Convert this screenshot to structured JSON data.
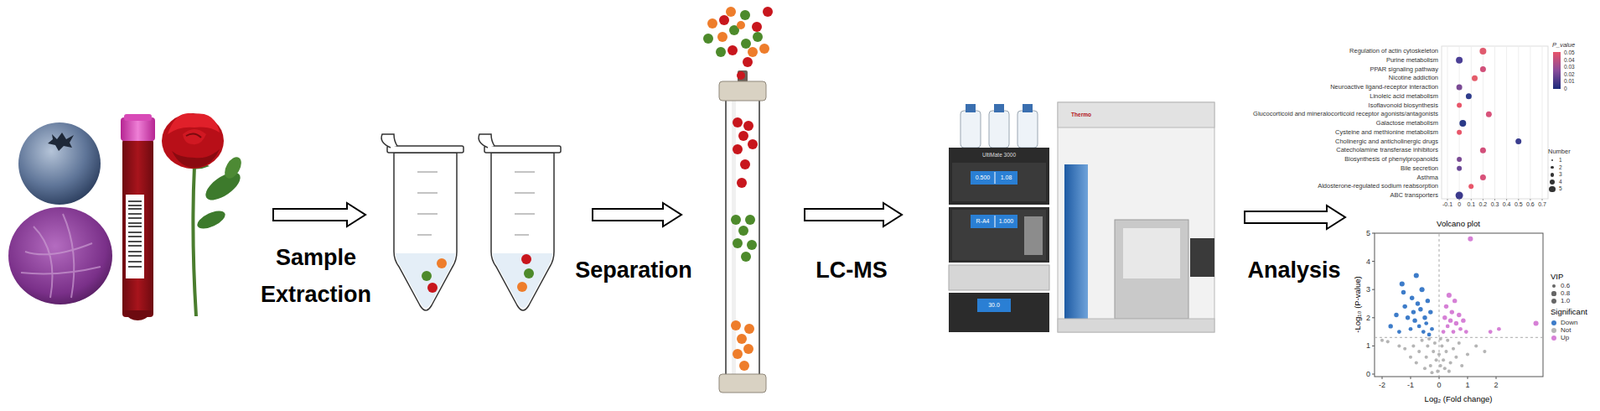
{
  "diagram": {
    "labels": [
      "Sample Extraction",
      "Separation",
      "LC-MS",
      "Analysis",
      "Regulation of actin cytoskeleton",
      "Purine metabolism",
      "PPAR signaling pathway",
      "Nicotine addiction",
      "Neuroactive ligand-receptor interaction",
      "Linoleic acid metabolism",
      "Isoflavonoid biosynthesis",
      "Glucocorticoid and mineralocorticoid receptor agonists/antagonists",
      "Galactose metabolism",
      "Cysteine and methionine metabolism",
      "Cholinergic and anticholinergic drugs",
      "Catecholamine transferase inhibitors",
      "Biosynthesis of phenylpropanoids",
      "Bile secretion",
      "Asthma",
      "Aldosterone-regulated sodium reabsorption",
      "ABC transporters",
      "-0.1",
      "0",
      "0.1",
      "0.2",
      "0.3",
      "0.4",
      "0.5",
      "0.6",
      "0.7",
      "P_value",
      "0.05",
      "0.04",
      "0.03",
      "0.02",
      "0.01",
      "0",
      "Number",
      "Volcano plot",
      "0",
      "1",
      "2",
      "3",
      "4",
      "5",
      "-2",
      "-1",
      "0",
      "1",
      "2",
      "-Log₁₀ (P-value)",
      "Log₂ (Fold change)",
      "VIP",
      "Significant",
      "UltiMate 3000",
      "0.500",
      "1.08",
      "R-A4",
      "1.000",
      "30.0",
      "Thermo"
    ],
    "legend": [
      {
        "text": "1"
      },
      {
        "text": "2"
      },
      {
        "text": "3"
      },
      {
        "text": "4"
      },
      {
        "text": "5"
      },
      {
        "text": "0.6"
      },
      {
        "text": "0.8"
      },
      {
        "text": "1.0"
      },
      {
        "text": "Down",
        "color": "#3d7cc9"
      },
      {
        "text": "Not",
        "color": "#b5b5b5"
      },
      {
        "text": "Up",
        "color": "#d680d6"
      }
    ]
  }
}
